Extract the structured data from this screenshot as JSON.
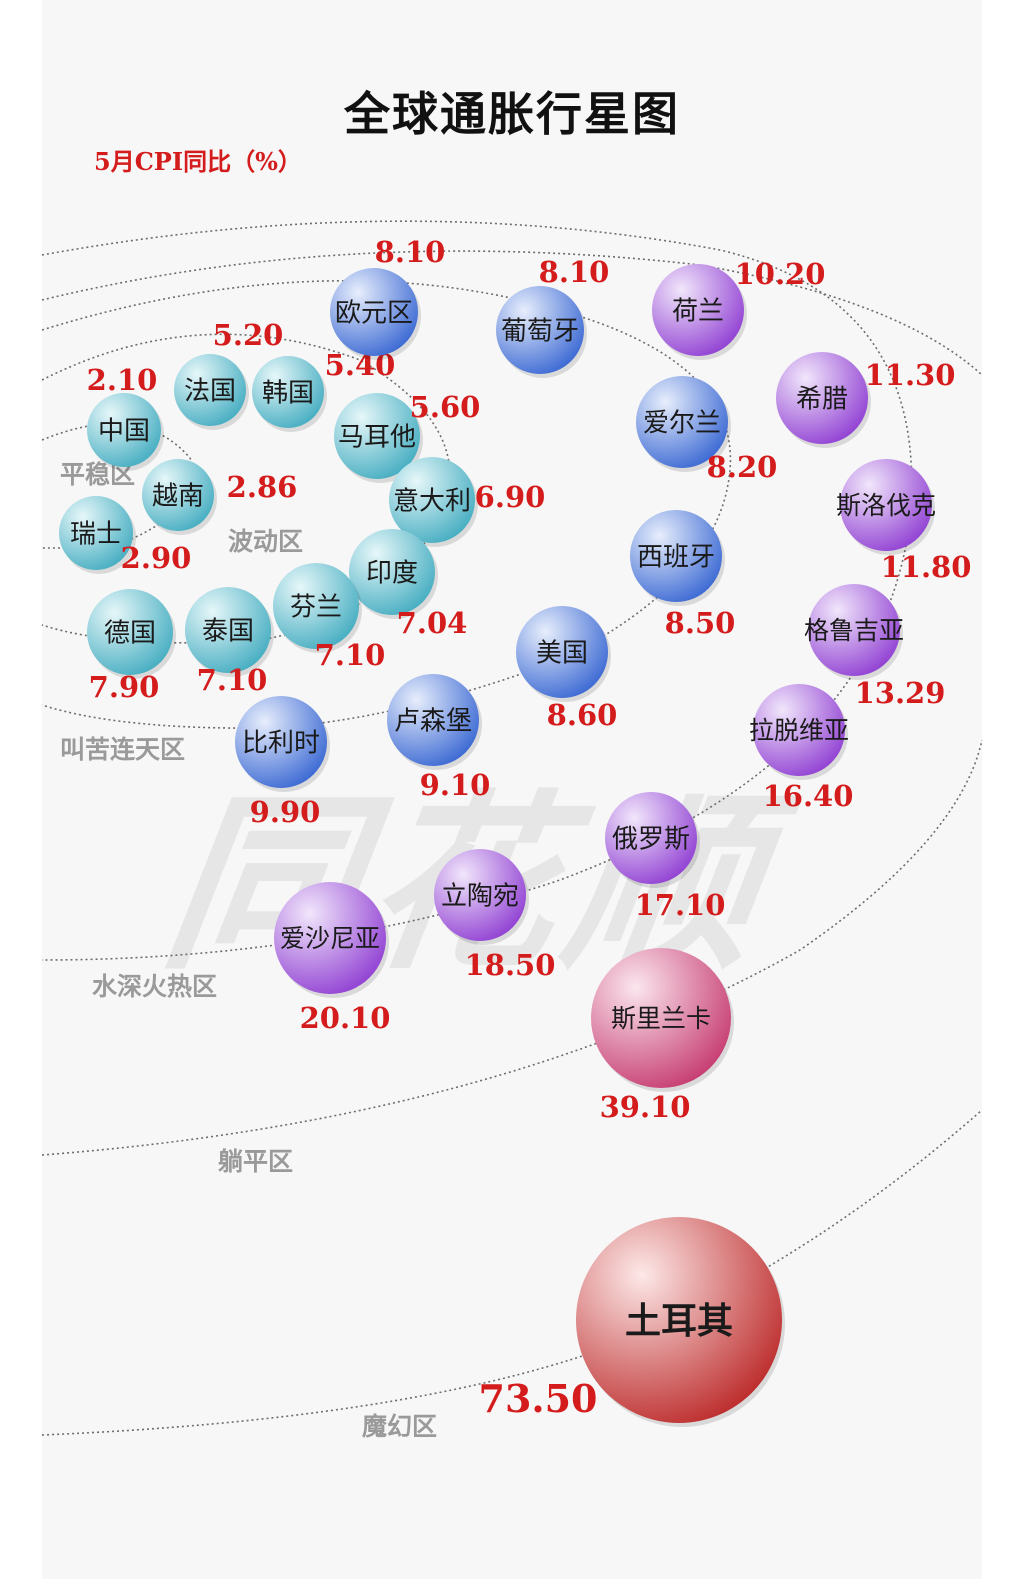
{
  "title": "全球通胀行星图",
  "subtitle": "5月CPI同比（%）",
  "watermark": "同花顺",
  "colors": {
    "value_text": "#d41c1c",
    "zone_text": "#9a9a9a",
    "teal": "#5fc0d0",
    "blue": "#4a78d8",
    "purple": "#9a4ed8",
    "pink": "#d64a80",
    "red": "#c42828"
  },
  "chart_data": {
    "type": "bubble",
    "unit": "%",
    "zones": [
      "平稳区",
      "波动区",
      "叫苦连天区",
      "水深火热区",
      "躺平区",
      "魔幻区"
    ],
    "points": [
      {
        "name": "中国",
        "value": 2.1,
        "color": "teal",
        "zone": "平稳区"
      },
      {
        "name": "越南",
        "value": 2.86,
        "color": "teal",
        "zone": "平稳区"
      },
      {
        "name": "瑞士",
        "value": 2.9,
        "color": "teal",
        "zone": "平稳区"
      },
      {
        "name": "法国",
        "value": 5.2,
        "color": "teal",
        "zone": "波动区"
      },
      {
        "name": "韩国",
        "value": 5.4,
        "color": "teal",
        "zone": "波动区"
      },
      {
        "name": "马耳他",
        "value": 5.6,
        "color": "teal",
        "zone": "波动区"
      },
      {
        "name": "意大利",
        "value": 6.9,
        "color": "teal",
        "zone": "波动区"
      },
      {
        "name": "印度",
        "value": 7.04,
        "color": "teal",
        "zone": "波动区"
      },
      {
        "name": "芬兰",
        "value": 7.1,
        "color": "teal",
        "zone": "波动区"
      },
      {
        "name": "泰国",
        "value": 7.1,
        "color": "teal",
        "zone": "波动区"
      },
      {
        "name": "德国",
        "value": 7.9,
        "color": "teal",
        "zone": "波动区"
      },
      {
        "name": "欧元区",
        "value": 8.1,
        "color": "blue",
        "zone": "叫苦连天区"
      },
      {
        "name": "葡萄牙",
        "value": 8.1,
        "color": "blue",
        "zone": "叫苦连天区"
      },
      {
        "name": "爱尔兰",
        "value": 8.2,
        "color": "blue",
        "zone": "叫苦连天区"
      },
      {
        "name": "西班牙",
        "value": 8.5,
        "color": "blue",
        "zone": "叫苦连天区"
      },
      {
        "name": "美国",
        "value": 8.6,
        "color": "blue",
        "zone": "叫苦连天区"
      },
      {
        "name": "卢森堡",
        "value": 9.1,
        "color": "blue",
        "zone": "叫苦连天区"
      },
      {
        "name": "比利时",
        "value": 9.9,
        "color": "blue",
        "zone": "叫苦连天区"
      },
      {
        "name": "荷兰",
        "value": 10.2,
        "color": "purple",
        "zone": "水深火热区"
      },
      {
        "name": "希腊",
        "value": 11.3,
        "color": "purple",
        "zone": "水深火热区"
      },
      {
        "name": "斯洛伐克",
        "value": 11.8,
        "color": "purple",
        "zone": "水深火热区"
      },
      {
        "name": "格鲁吉亚",
        "value": 13.29,
        "color": "purple",
        "zone": "水深火热区"
      },
      {
        "name": "拉脱维亚",
        "value": 16.4,
        "color": "purple",
        "zone": "水深火热区"
      },
      {
        "name": "俄罗斯",
        "value": 17.1,
        "color": "purple",
        "zone": "水深火热区"
      },
      {
        "name": "立陶宛",
        "value": 18.5,
        "color": "purple",
        "zone": "水深火热区"
      },
      {
        "name": "爱沙尼亚",
        "value": 20.1,
        "color": "purple",
        "zone": "水深火热区"
      },
      {
        "name": "斯里兰卡",
        "value": 39.1,
        "color": "pink",
        "zone": "躺平区"
      },
      {
        "name": "土耳其",
        "value": 73.5,
        "color": "red",
        "zone": "魔幻区"
      }
    ]
  }
}
